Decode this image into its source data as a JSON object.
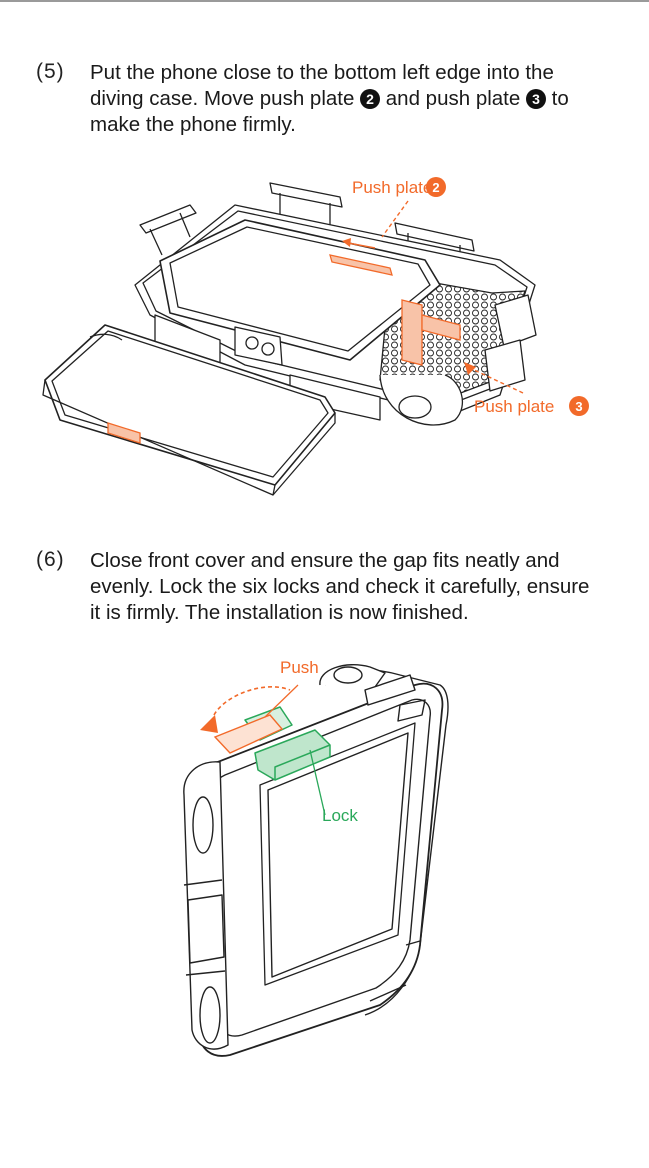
{
  "step5": {
    "number": "(5)",
    "text_part1": "Put the phone close to the bottom left edge into the diving case. Move push plate ",
    "num_a": "2",
    "text_part2": " and push plate ",
    "num_b": "3",
    "text_part3": " to make the phone firmly."
  },
  "figure1": {
    "label_plate2": "Push plate",
    "label_plate2_num": "2",
    "label_plate3": "Push plate",
    "label_plate3_num": "3"
  },
  "step6": {
    "number": "(6)",
    "text": "Close front cover and ensure the gap fits neatly and evenly. Lock the six locks and check it carefully, ensure it is firmly.  The installation is now finished."
  },
  "figure2": {
    "label_push": "Push",
    "label_lock": "Lock"
  },
  "colors": {
    "accent_orange": "#f26a2a",
    "accent_green": "#2aa85a",
    "line": "#222222"
  },
  "icons": [
    "numbered-circle-2-icon",
    "numbered-circle-3-icon"
  ]
}
